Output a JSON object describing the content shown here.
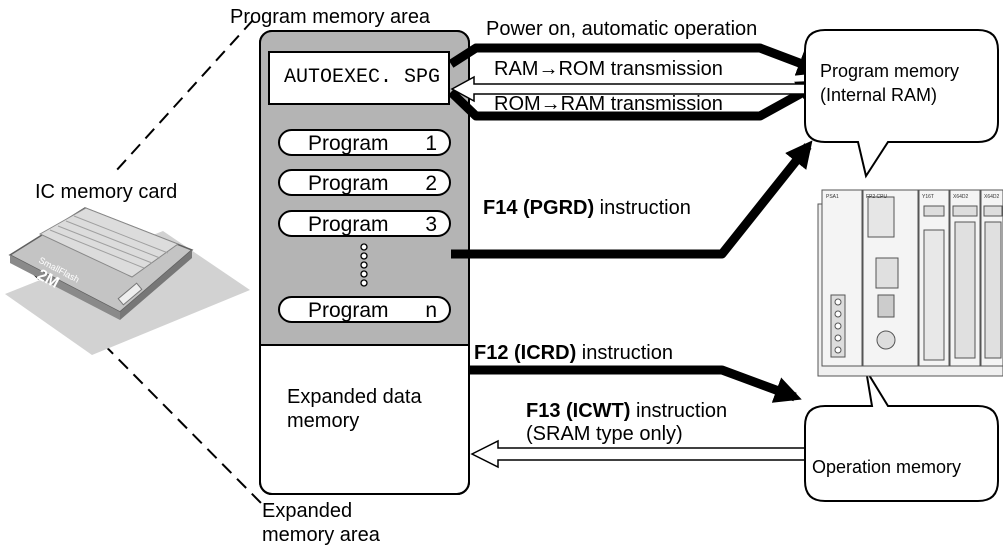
{
  "labels": {
    "program_memory_area": "Program memory area",
    "ic_memory_card": "IC memory card",
    "expanded_memory_area_1": "Expanded",
    "expanded_memory_area_2": "memory area",
    "expanded_data_memory_1": "Expanded data",
    "expanded_data_memory_2": "memory",
    "autoexec_file": "AUTOEXEC. SPG",
    "program_label": "Program",
    "card_brand": "SmallFlash",
    "card_size": "2M"
  },
  "programs": [
    {
      "name": "Program",
      "num": "1"
    },
    {
      "name": "Program",
      "num": "2"
    },
    {
      "name": "Program",
      "num": "3"
    },
    {
      "name": "Program",
      "num": "n"
    }
  ],
  "arrows": {
    "power_on": "Power on, automatic operation",
    "ram_to_rom": "RAM→ROM transmission",
    "rom_to_ram": "ROM→RAM transmission",
    "pgrd_bold": "F14 (PGRD)",
    "pgrd_rest": " instruction",
    "icrd_bold": "F12 (ICRD)",
    "icrd_rest": " instruction",
    "icwt_bold": "F13 (ICWT)",
    "icwt_rest": " instruction",
    "icwt_note": "(SRAM type only)"
  },
  "bubbles": {
    "program_memory_1": "Program memory",
    "program_memory_2": "(Internal RAM)",
    "operation_memory": "Operation memory"
  },
  "plc_modules": [
    "PSA1",
    "FP2 CPU",
    "Y16T",
    "X64D2",
    "X64D2"
  ],
  "colors": {
    "program_area_fill": "#b4b4b4",
    "card_shadow": "#d2d2d2",
    "line": "#000000"
  }
}
